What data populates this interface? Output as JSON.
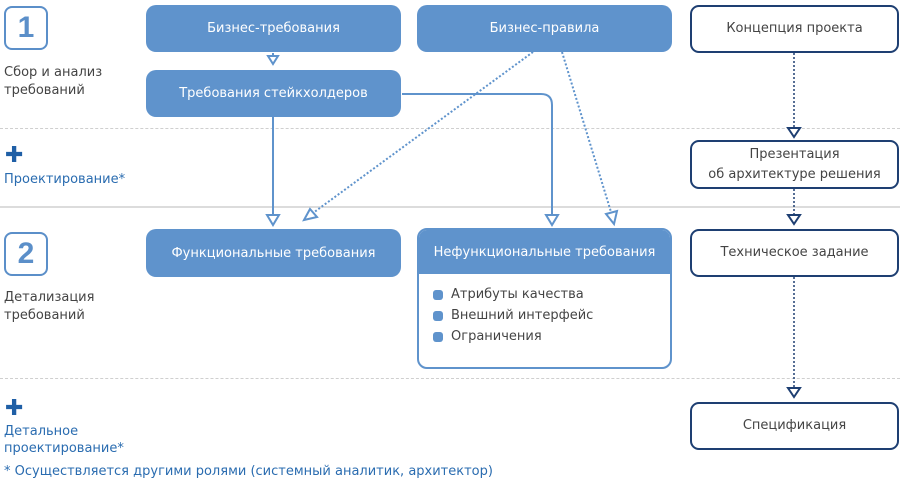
{
  "stages": [
    {
      "number": "1",
      "label_line1": "Сбор и анализ",
      "label_line2": "требований"
    },
    {
      "number": "2",
      "label_line1": "Детализация",
      "label_line2": "требований"
    }
  ],
  "sub_stages": [
    {
      "icon": "plus-icon",
      "symbol": "✚",
      "label_line1": "Проектирование*",
      "label_line2": ""
    },
    {
      "icon": "plus-icon",
      "symbol": "✚",
      "label_line1": "Детальное",
      "label_line2": "проектирование*"
    }
  ],
  "footnote": "* Осуществляется другими ролями (системный аналитик, архитектор)",
  "boxes": {
    "business_requirements": "Бизнес-требования",
    "business_rules": "Бизнес-правила",
    "stakeholder_requirements": "Требования стейкхолдеров",
    "functional_requirements": "Функциональные требования",
    "nonfunctional_requirements": {
      "title": "Нефункциональные требования",
      "items": [
        "Атрибуты качества",
        "Внешний интерфейс",
        "Ограничения"
      ]
    },
    "project_concept": "Концепция проекта",
    "architecture_presentation_line1": "Презентация",
    "architecture_presentation_line2": "об архитектуре решения",
    "technical_specification": "Техническое задание",
    "specification": "Спецификация"
  },
  "colors": {
    "primary_fill": "#5f93cc",
    "outline_dark": "#1e3f72",
    "accent_text": "#2a6cb0"
  }
}
